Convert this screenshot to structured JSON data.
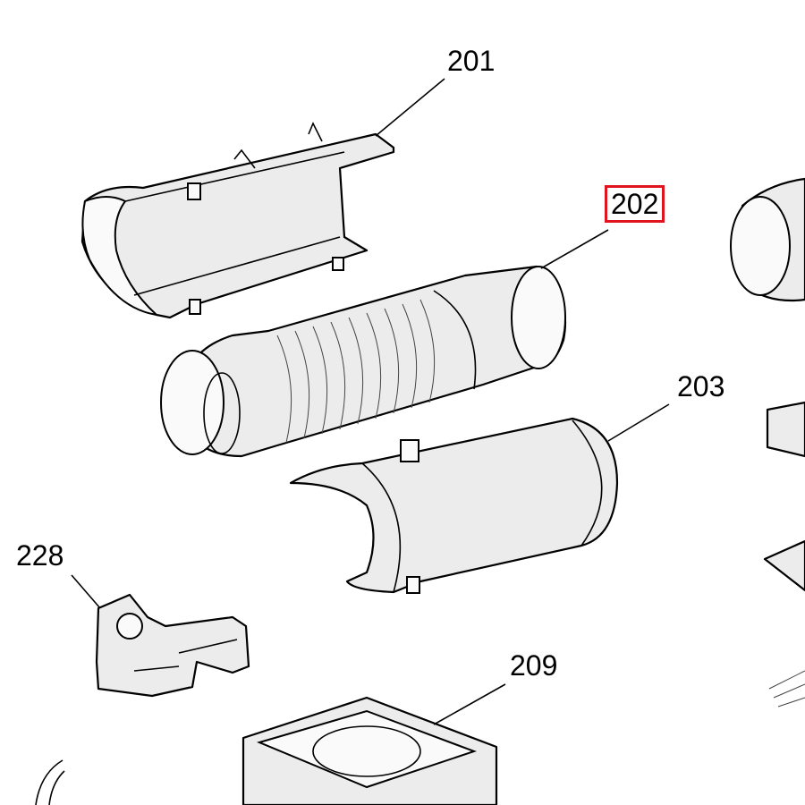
{
  "diagram": {
    "labels": [
      {
        "id": "201",
        "text": "201",
        "highlighted": false
      },
      {
        "id": "202",
        "text": "202",
        "highlighted": true
      },
      {
        "id": "203",
        "text": "203",
        "highlighted": false
      },
      {
        "id": "228",
        "text": "228",
        "highlighted": false
      },
      {
        "id": "209",
        "text": "209",
        "highlighted": false
      }
    ],
    "highlight_color": "#e0141e"
  }
}
